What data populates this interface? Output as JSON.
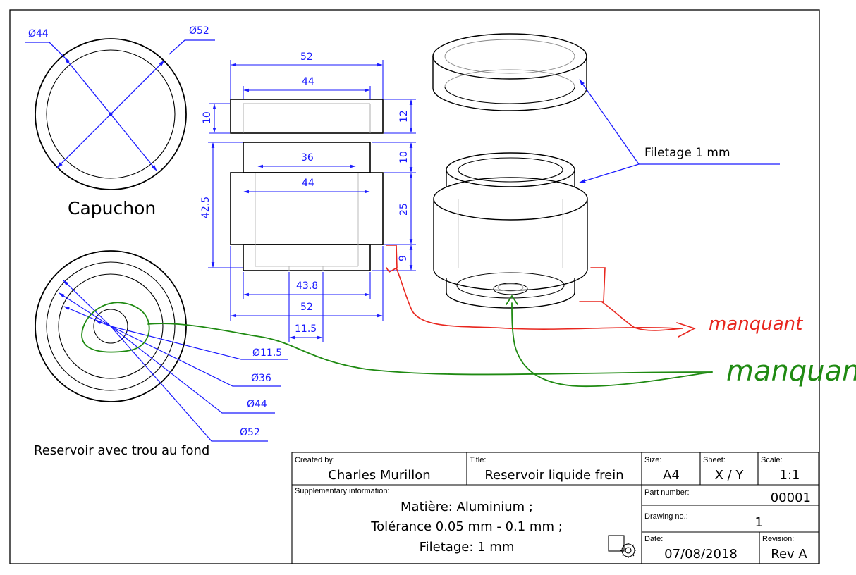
{
  "views": {
    "cap_label": "Capuchon",
    "reservoir_label": "Reservoir avec trou au fond",
    "thread_note": "Filetage 1 mm"
  },
  "cap_dims": {
    "d_inner": "Ø44",
    "d_outer": "Ø52"
  },
  "reservoir_dims": {
    "d_hole": "Ø11.5",
    "d_36": "Ø36",
    "d_44": "Ø44",
    "d_52": "Ø52"
  },
  "section_dims": {
    "top_52": "52",
    "top_44": "44",
    "cap_h10": "10",
    "cap_h12": "12",
    "neck_36": "36",
    "neck_h10": "10",
    "body_44": "44",
    "body_h25": "25",
    "total_42_5": "42.5",
    "bottom_h9": "9",
    "bottom_43_8": "43.8",
    "bottom_52": "52",
    "bottom_11_5": "11.5"
  },
  "annotations": {
    "red_note": "manquant",
    "green_note": "manquant"
  },
  "title_block": {
    "created_by_label": "Created by:",
    "created_by": "Charles Murillon",
    "title_label": "Title:",
    "title": "Reservoir liquide frein",
    "size_label": "Size:",
    "size": "A4",
    "sheet_label": "Sheet:",
    "sheet": "X / Y",
    "scale_label": "Scale:",
    "scale": "1:1",
    "supp_label": "Supplementary information:",
    "supp_line1": "Matière: Aluminium ;",
    "supp_line2": "Tolérance 0.05 mm - 0.1 mm ;",
    "supp_line3": "Filetage: 1 mm",
    "part_label": "Part number:",
    "part": "00001",
    "drawing_label": "Drawing no.:",
    "drawing": "1",
    "date_label": "Date:",
    "date": "07/08/2018",
    "revision_label": "Revision:",
    "revision": "Rev A"
  },
  "colors": {
    "dimension": "#1a1aff",
    "outline": "#000000",
    "red_markup": "#e8261e",
    "green_markup": "#1f8a12"
  }
}
